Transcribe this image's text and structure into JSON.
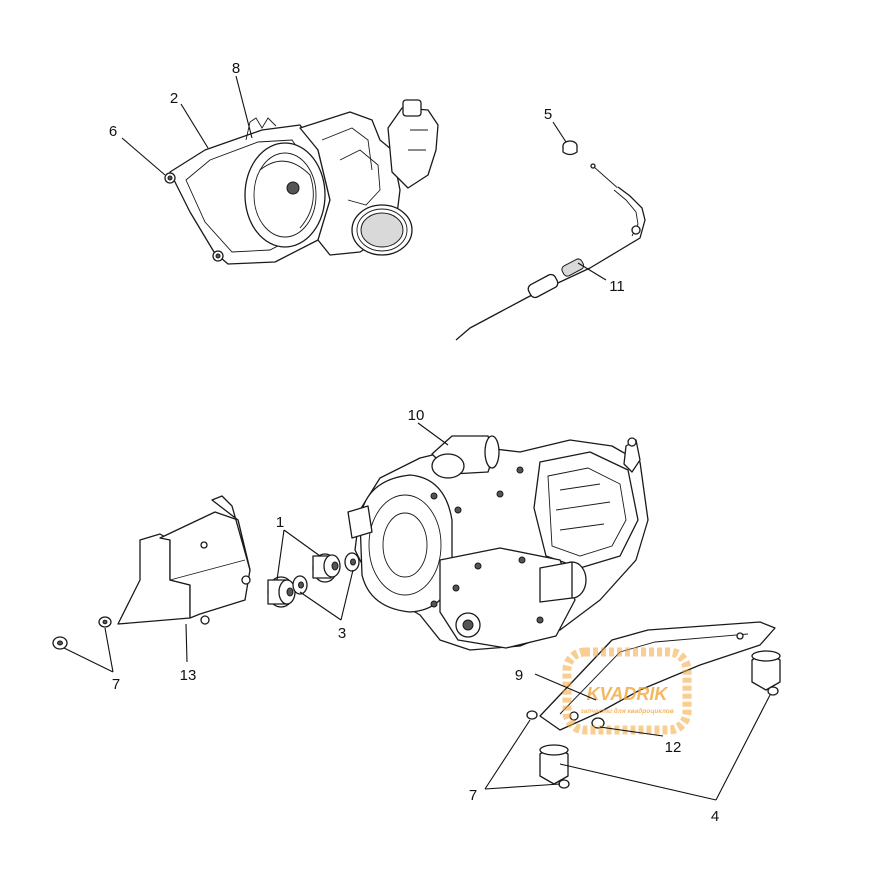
{
  "callouts": {
    "c1": "1",
    "c2": "2",
    "c3": "3",
    "c4": "4",
    "c5": "5",
    "c6": "6",
    "c7a": "7",
    "c7b": "7",
    "c8": "8",
    "c9": "9",
    "c10": "10",
    "c11": "11",
    "c12": "12",
    "c13": "13"
  },
  "watermark": {
    "brand": "KVADRIK",
    "tagline": "запчасти для квадроциклов",
    "color": "#f3a63a"
  }
}
